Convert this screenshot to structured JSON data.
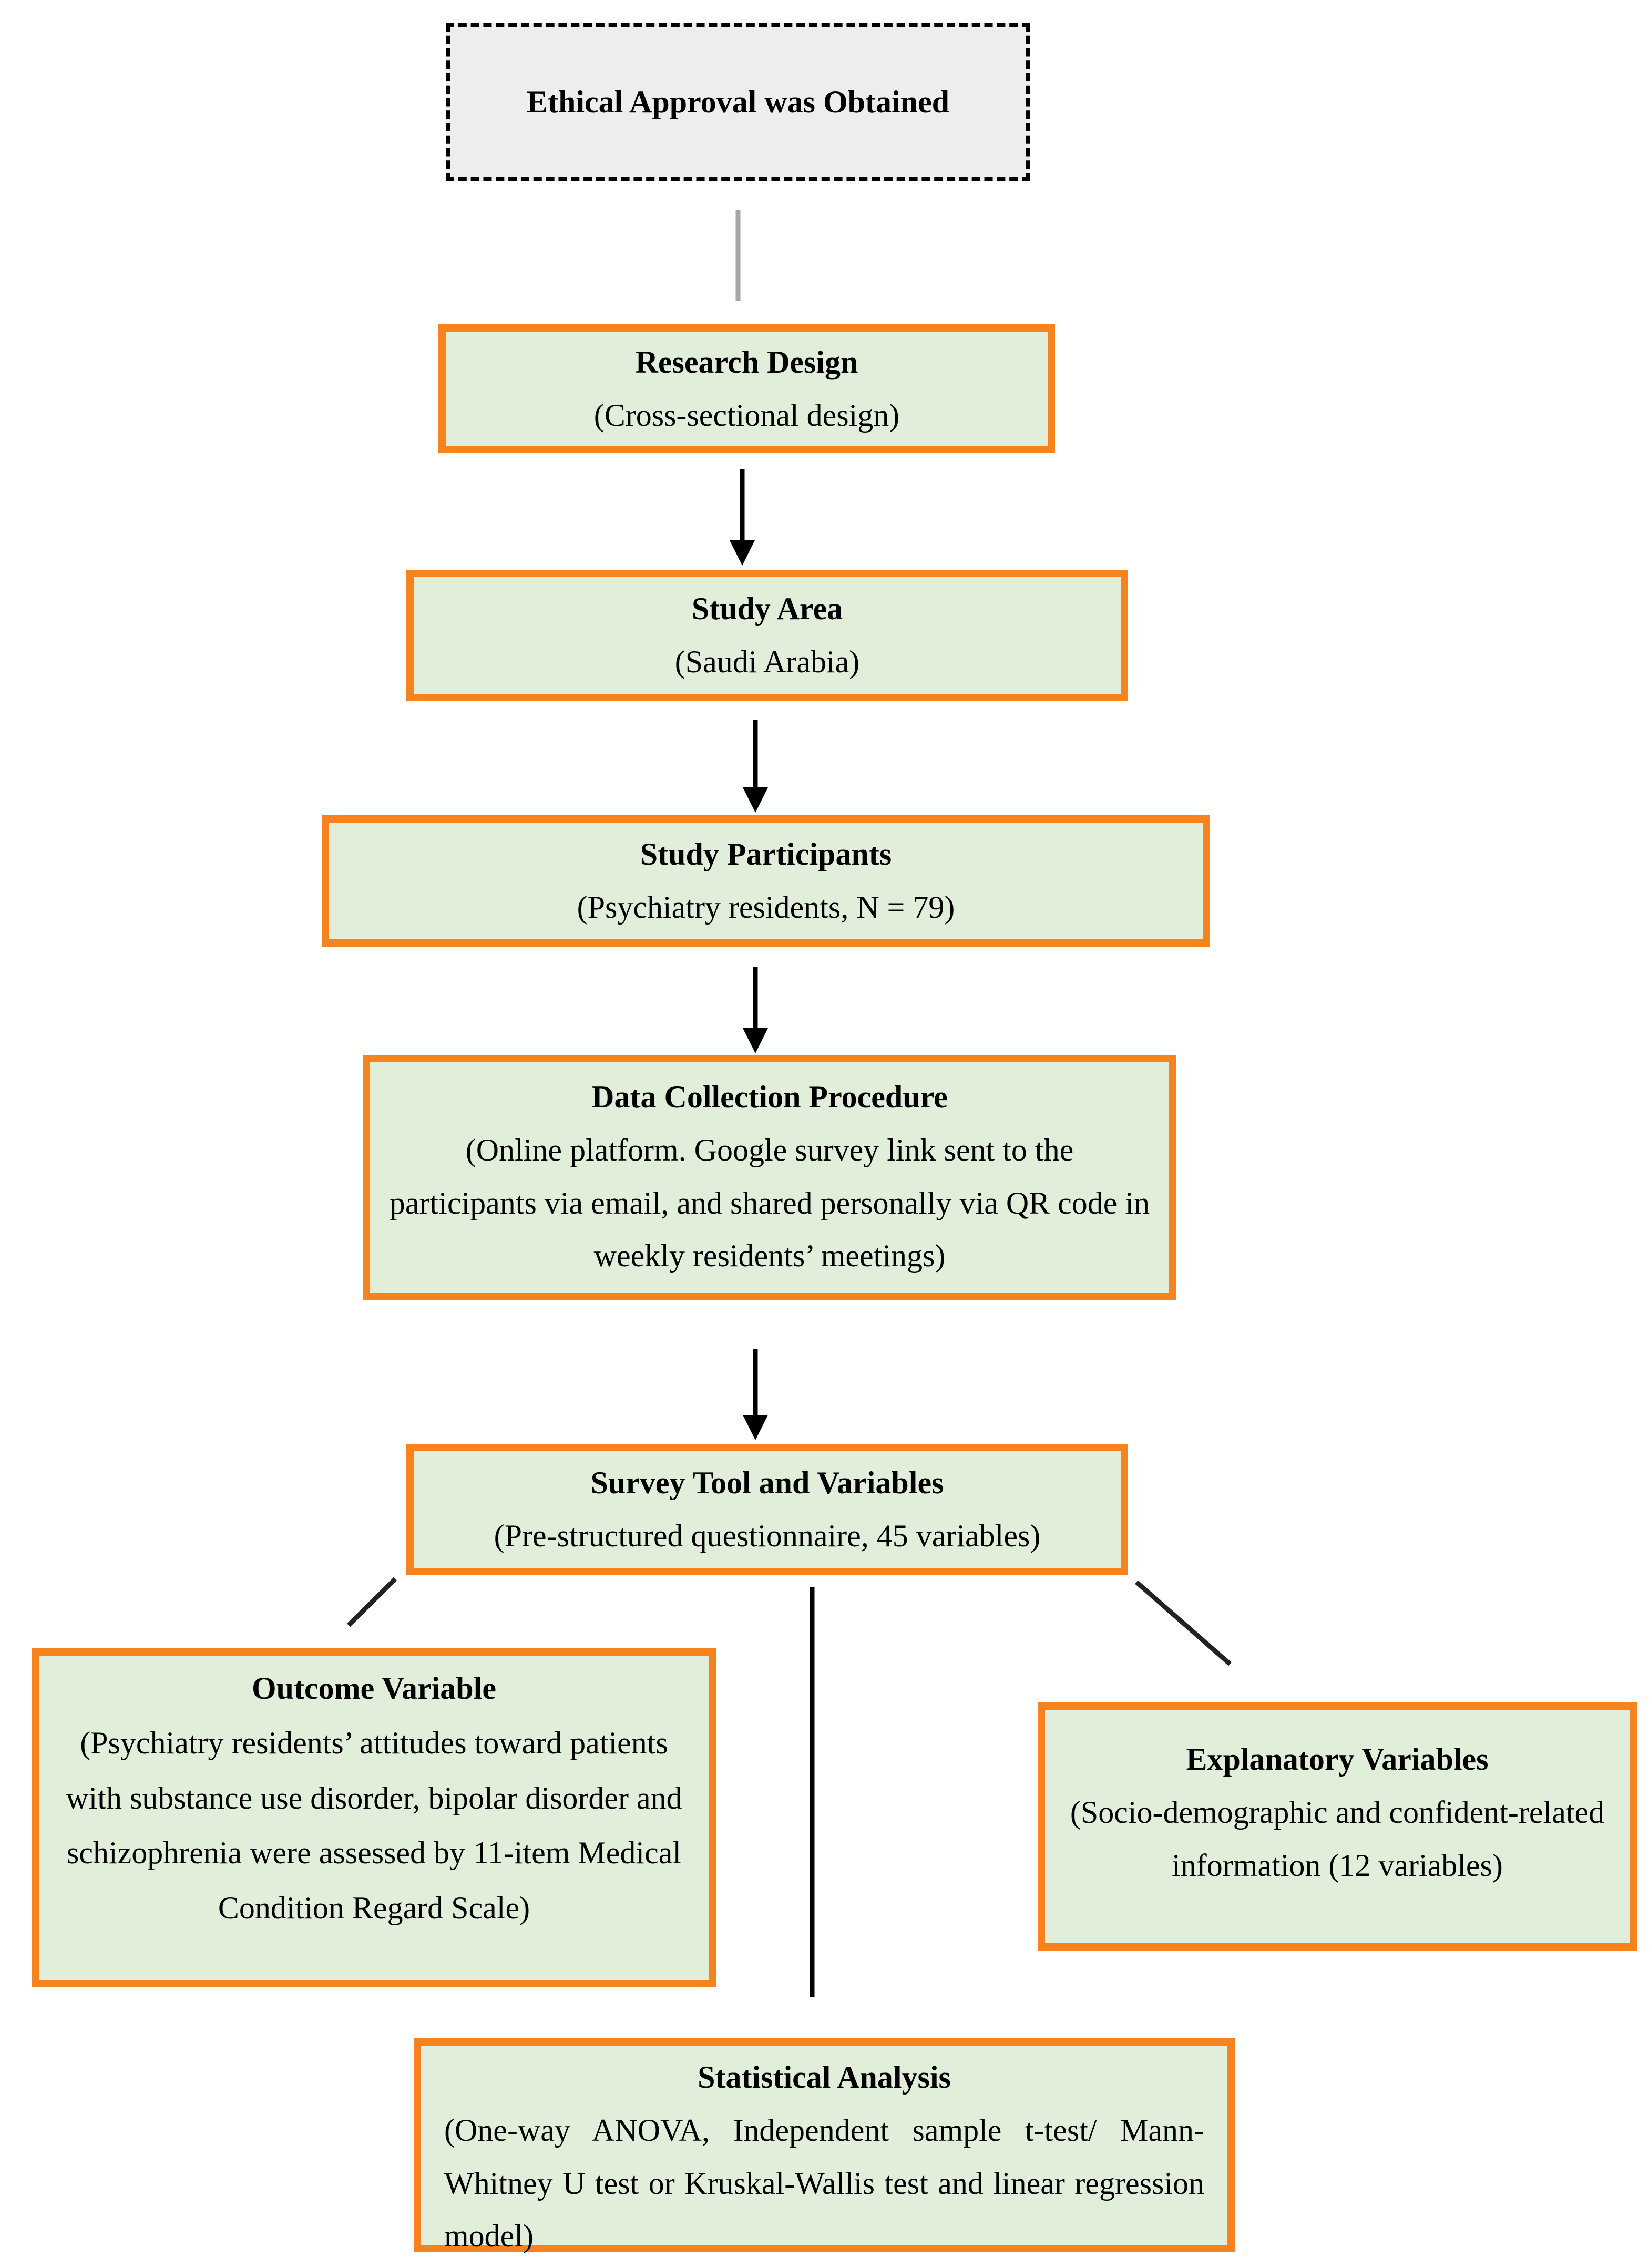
{
  "figure": {
    "boxes": {
      "ethical": {
        "title": "Ethical Approval was Obtained"
      },
      "research_design": {
        "title": "Research Design",
        "subtitle": "(Cross-sectional design)"
      },
      "study_area": {
        "title": "Study Area",
        "subtitle": "(Saudi Arabia)"
      },
      "study_participants": {
        "title": "Study Participants",
        "subtitle": "(Psychiatry residents, N = 79)"
      },
      "data_collection": {
        "title": "Data Collection Procedure",
        "subtitle": "(Online platform. Google survey link sent to the participants via email, and shared personally via QR code in weekly residents’ meetings)"
      },
      "survey_tool": {
        "title": "Survey Tool and Variables",
        "subtitle": "(Pre-structured questionnaire, 45 variables)"
      },
      "outcome_variable": {
        "title": "Outcome Variable",
        "subtitle": "(Psychiatry residents’ attitudes toward patients with substance use disorder, bipolar disorder and schizophrenia were assessed by 11-item Medical Condition Regard Scale)"
      },
      "explanatory_variables": {
        "title": "Explanatory Variables",
        "subtitle": "(Socio-demographic and confident-related information (12 variables)"
      },
      "statistical_analysis": {
        "title": "Statistical Analysis",
        "subtitle": "(One-way ANOVA, Independent sample t-test/ Mann-Whitney U test or Kruskal-Wallis test and linear regression model)"
      }
    },
    "colors": {
      "node_fill_green": "#e0eeda",
      "node_border_orange": "#f6831d",
      "ethical_fill_gray": "#ededed",
      "ethical_border_black": "#000000",
      "connector_gray": "#a6a6a6",
      "connector_black": "#000000"
    }
  }
}
